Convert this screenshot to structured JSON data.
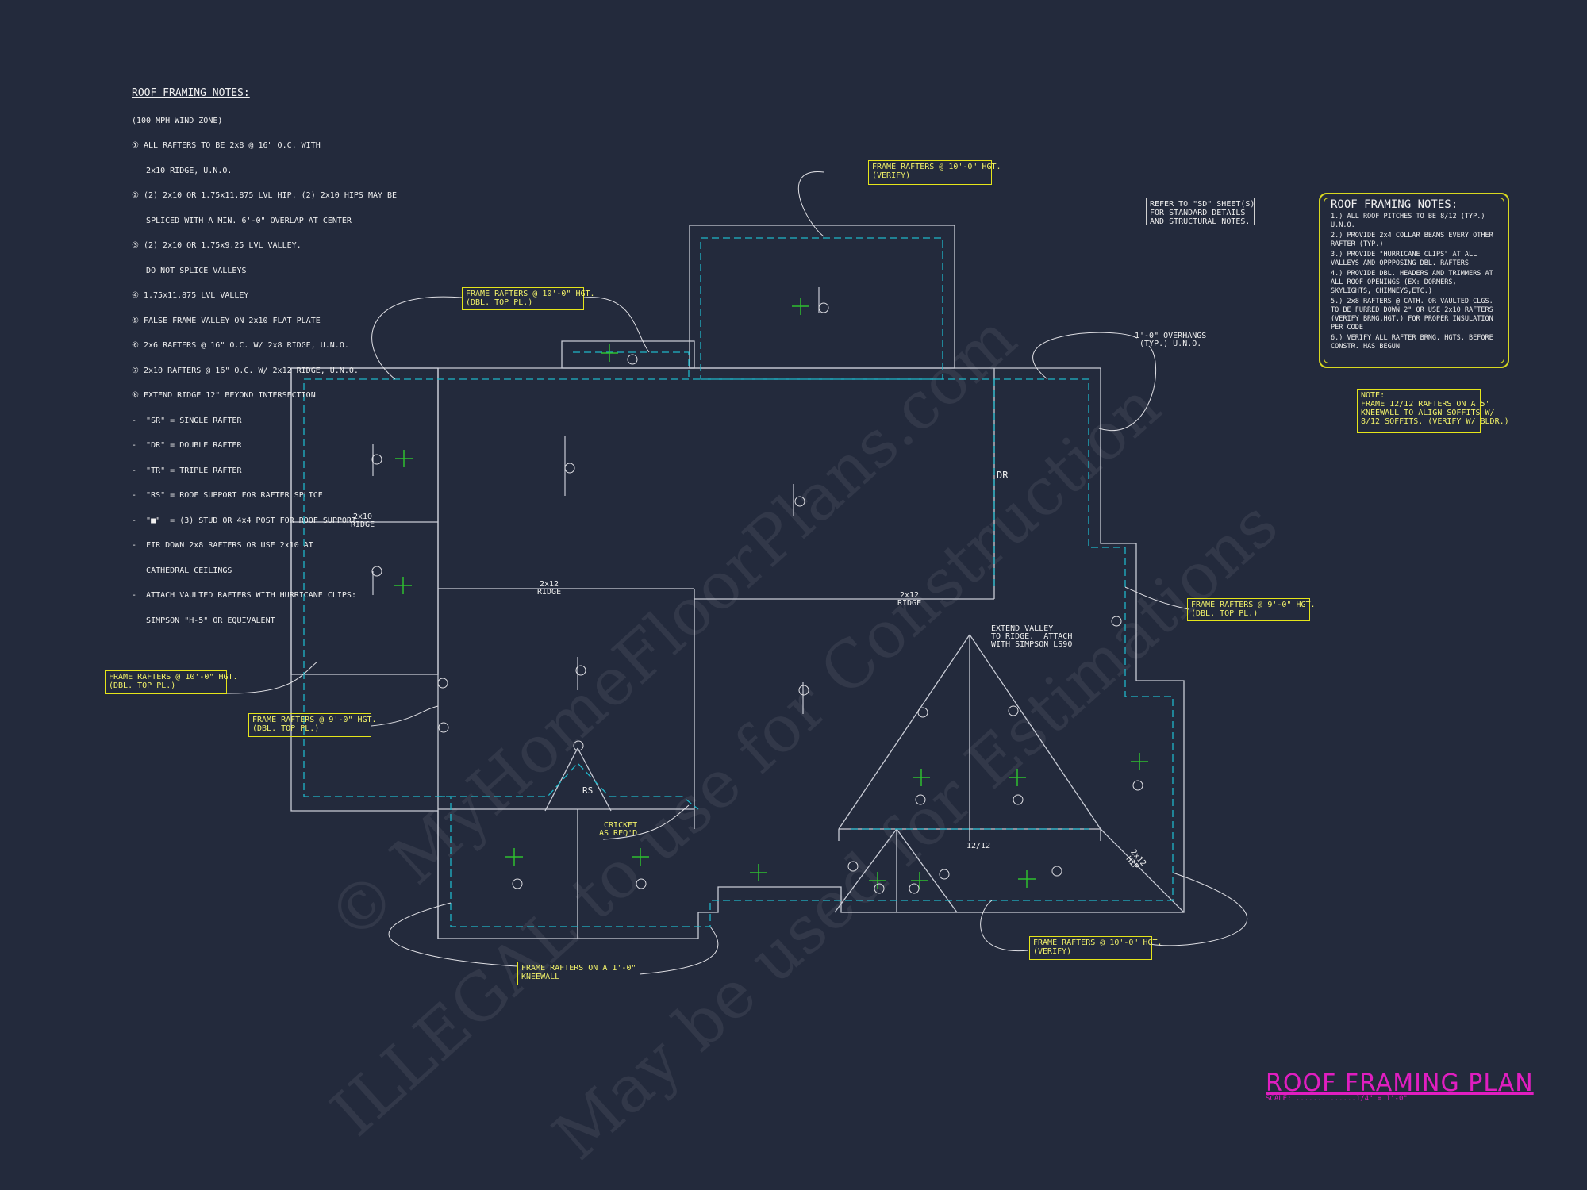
{
  "notes_left": {
    "title": "ROOF FRAMING NOTES:",
    "lines": [
      "(100 MPH WIND ZONE)",
      "① ALL RAFTERS TO BE 2x8 @ 16\" O.C. WITH",
      "   2x10 RIDGE, U.N.O.",
      "② (2) 2x10 OR 1.75x11.875 LVL HIP. (2) 2x10 HIPS MAY BE",
      "   SPLICED WITH A MIN. 6'-0\" OVERLAP AT CENTER",
      "③ (2) 2x10 OR 1.75x9.25 LVL VALLEY.",
      "   DO NOT SPLICE VALLEYS",
      "④ 1.75x11.875 LVL VALLEY",
      "⑤ FALSE FRAME VALLEY ON 2x10 FLAT PLATE",
      "⑥ 2x6 RAFTERS @ 16\" O.C. W/ 2x8 RIDGE, U.N.O.",
      "⑦ 2x10 RAFTERS @ 16\" O.C. W/ 2x12 RIDGE, U.N.O.",
      "⑧ EXTEND RIDGE 12\" BEYOND INTERSECTION",
      "-  \"SR\" = SINGLE RAFTER",
      "-  \"DR\" = DOUBLE RAFTER",
      "-  \"TR\" = TRIPLE RAFTER",
      "-  \"RS\" = ROOF SUPPORT FOR RAFTER SPLICE",
      "-  \"■\"  = (3) STUD OR 4x4 POST FOR ROOF SUPPORT",
      "-  FIR DOWN 2x8 RAFTERS OR USE 2x10 AT",
      "   CATHEDRAL CEILINGS",
      "-  ATTACH VAULTED RAFTERS WITH HURRICANE CLIPS:",
      "   SIMPSON \"H-5\" OR EQUIVALENT"
    ]
  },
  "notes_right": {
    "title": "ROOF FRAMING NOTES:",
    "items": [
      "1.) ALL ROOF PITCHES TO BE 8/12 (TYP.) U.N.O.",
      "2.) PROVIDE 2x4 COLLAR BEAMS EVERY OTHER RAFTER (TYP.)",
      "3.) PROVIDE \"HURRICANE CLIPS\" AT ALL VALLEYS AND OPPPOSING DBL. RAFTERS",
      "4.) PROVIDE DBL. HEADERS AND TRIMMERS AT ALL ROOF OPENINGS (EX: DORMERS, SKYLIGHTS, CHIMNEYS,ETC.)",
      "5.) 2x8 RAFTERS @ CATH. OR VAULTED CLGS. TO BE FURRED DOWN 2\" OR USE 2x10 RAFTERS (VERIFY BRNG.HGT.) FOR PROPER INSULATION PER CODE",
      "6.) VERIFY ALL RAFTER BRNG. HGTS. BEFORE CONSTR. HAS BEGUN"
    ]
  },
  "refer_note": "REFER TO \"SD\" SHEET(S)\nFOR STANDARD DETAILS\nAND STRUCTURAL NOTES.",
  "kneewall_note": "NOTE:\nFRAME 12/12 RAFTERS ON A 5'\nKNEEWALL TO ALIGN SOFFITS W/\n8/12 SOFFITS. (VERIFY W/ BLDR.)",
  "callouts": {
    "top_center": "FRAME RAFTERS @ 10'-0\" HGT.\n(VERIFY)",
    "top_left": "FRAME RAFTERS @ 10'-0\" HGT.\n(DBL. TOP PL.)",
    "left_mid": "FRAME RAFTERS @ 10'-0\" HGT.\n(DBL. TOP PL.)",
    "left_low": "FRAME RAFTERS @ 9'-0\" HGT.\n(DBL. TOP PL.)",
    "right_mid": "FRAME RAFTERS @ 9'-0\" HGT.\n(DBL. TOP PL.)",
    "bottom_right": "FRAME RAFTERS @ 10'-0\" HGT.\n(VERIFY)",
    "bottom_center": "FRAME RAFTERS ON A 1'-0\"\nKNEEWALL",
    "cricket": "CRICKET\nAS REQ'D.",
    "overhangs": "1'-0\" OVERHANGS\n(TYP.) U.N.O.",
    "extend_valley": "EXTEND VALLEY\nTO RIDGE.  ATTACH\nWITH SIMPSON LS90"
  },
  "ridge_labels": {
    "left": "2x10\nRIDGE",
    "center_left": "2x12\nRIDGE",
    "center_right": "2x12\nRIDGE",
    "dr": "DR",
    "rs": "RS",
    "hip": "2x12\nHIP",
    "ridge_small": "12/12"
  },
  "title": "ROOF FRAMING PLAN",
  "scale": "SCALE: ..............1/4\" = 1'-0\"",
  "watermark": {
    "line1": "© MyHomeFloorPlans.com",
    "line2": "ILLEGAL to use for Construction",
    "line3": "May be used for Estimations"
  },
  "colors": {
    "background": "#232a3c",
    "wall": "#c9ccd6",
    "overhang": "#1fb6c9",
    "callout": "#e5e51a",
    "title": "#e01ec0",
    "pitch": "#2ec02e"
  }
}
